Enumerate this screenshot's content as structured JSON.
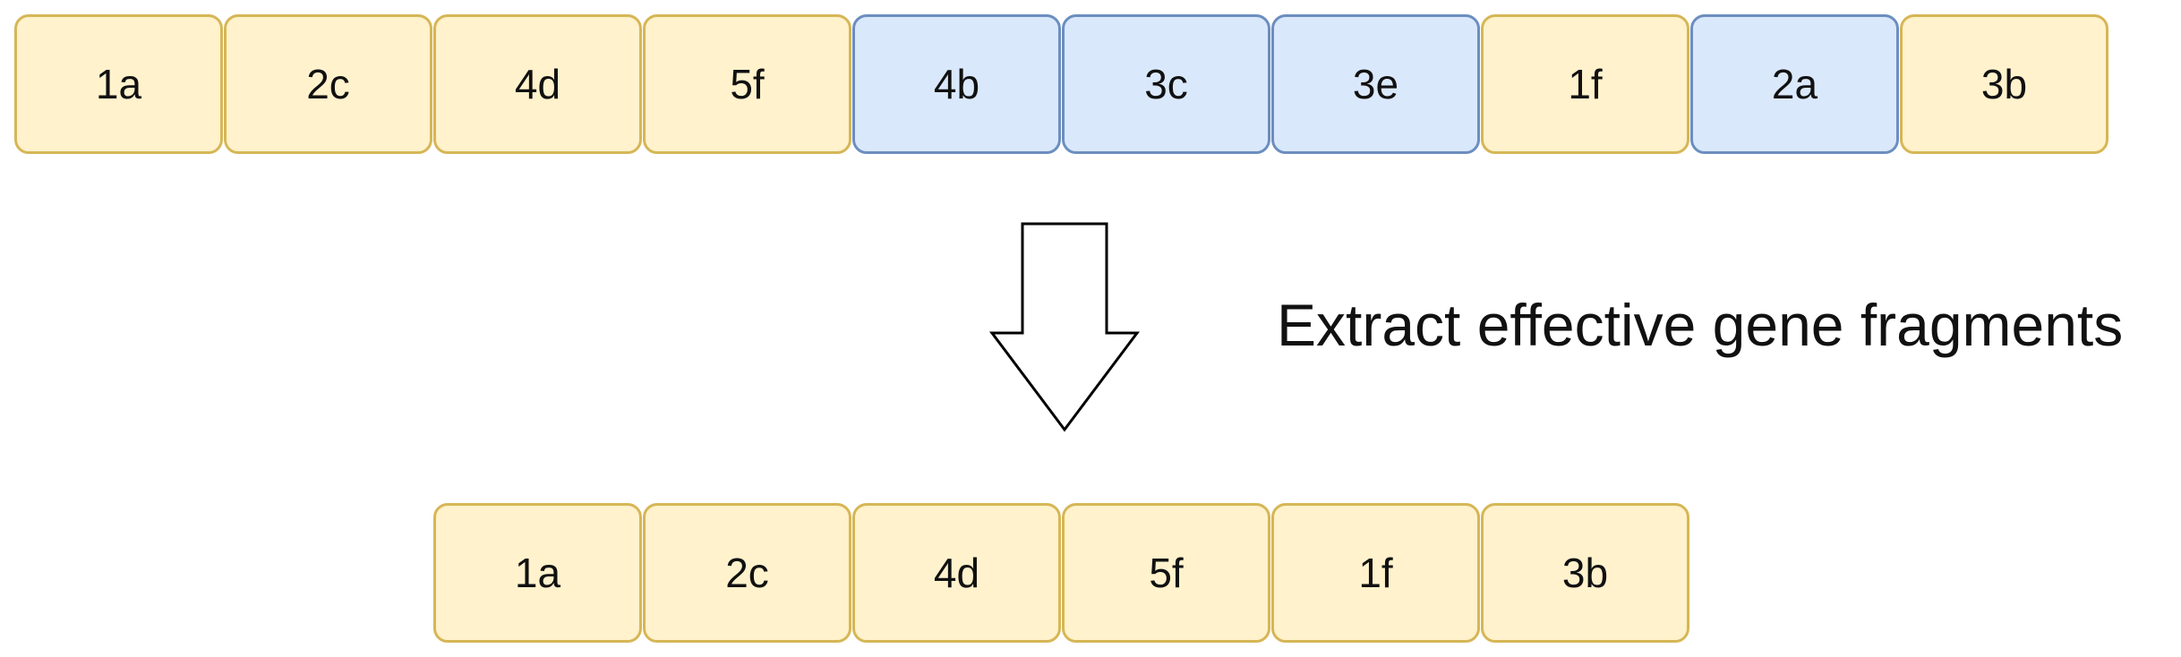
{
  "top_row": [
    {
      "label": "1a",
      "type": "effective"
    },
    {
      "label": "2c",
      "type": "effective"
    },
    {
      "label": "4d",
      "type": "effective"
    },
    {
      "label": "5f",
      "type": "effective"
    },
    {
      "label": "4b",
      "type": "ineffective"
    },
    {
      "label": "3c",
      "type": "ineffective"
    },
    {
      "label": "3e",
      "type": "ineffective"
    },
    {
      "label": "1f",
      "type": "effective"
    },
    {
      "label": "2a",
      "type": "ineffective"
    },
    {
      "label": "3b",
      "type": "effective"
    }
  ],
  "caption": "Extract effective gene fragments",
  "bottom_row": [
    {
      "label": "1a"
    },
    {
      "label": "2c"
    },
    {
      "label": "4d"
    },
    {
      "label": "5f"
    },
    {
      "label": "1f"
    },
    {
      "label": "3b"
    }
  ],
  "colors": {
    "effective_fill": "#fff2cc",
    "effective_border": "#d6b656",
    "ineffective_fill": "#dae8fc",
    "ineffective_border": "#6c8ebf"
  },
  "arrow_icon": "down-arrow-icon"
}
